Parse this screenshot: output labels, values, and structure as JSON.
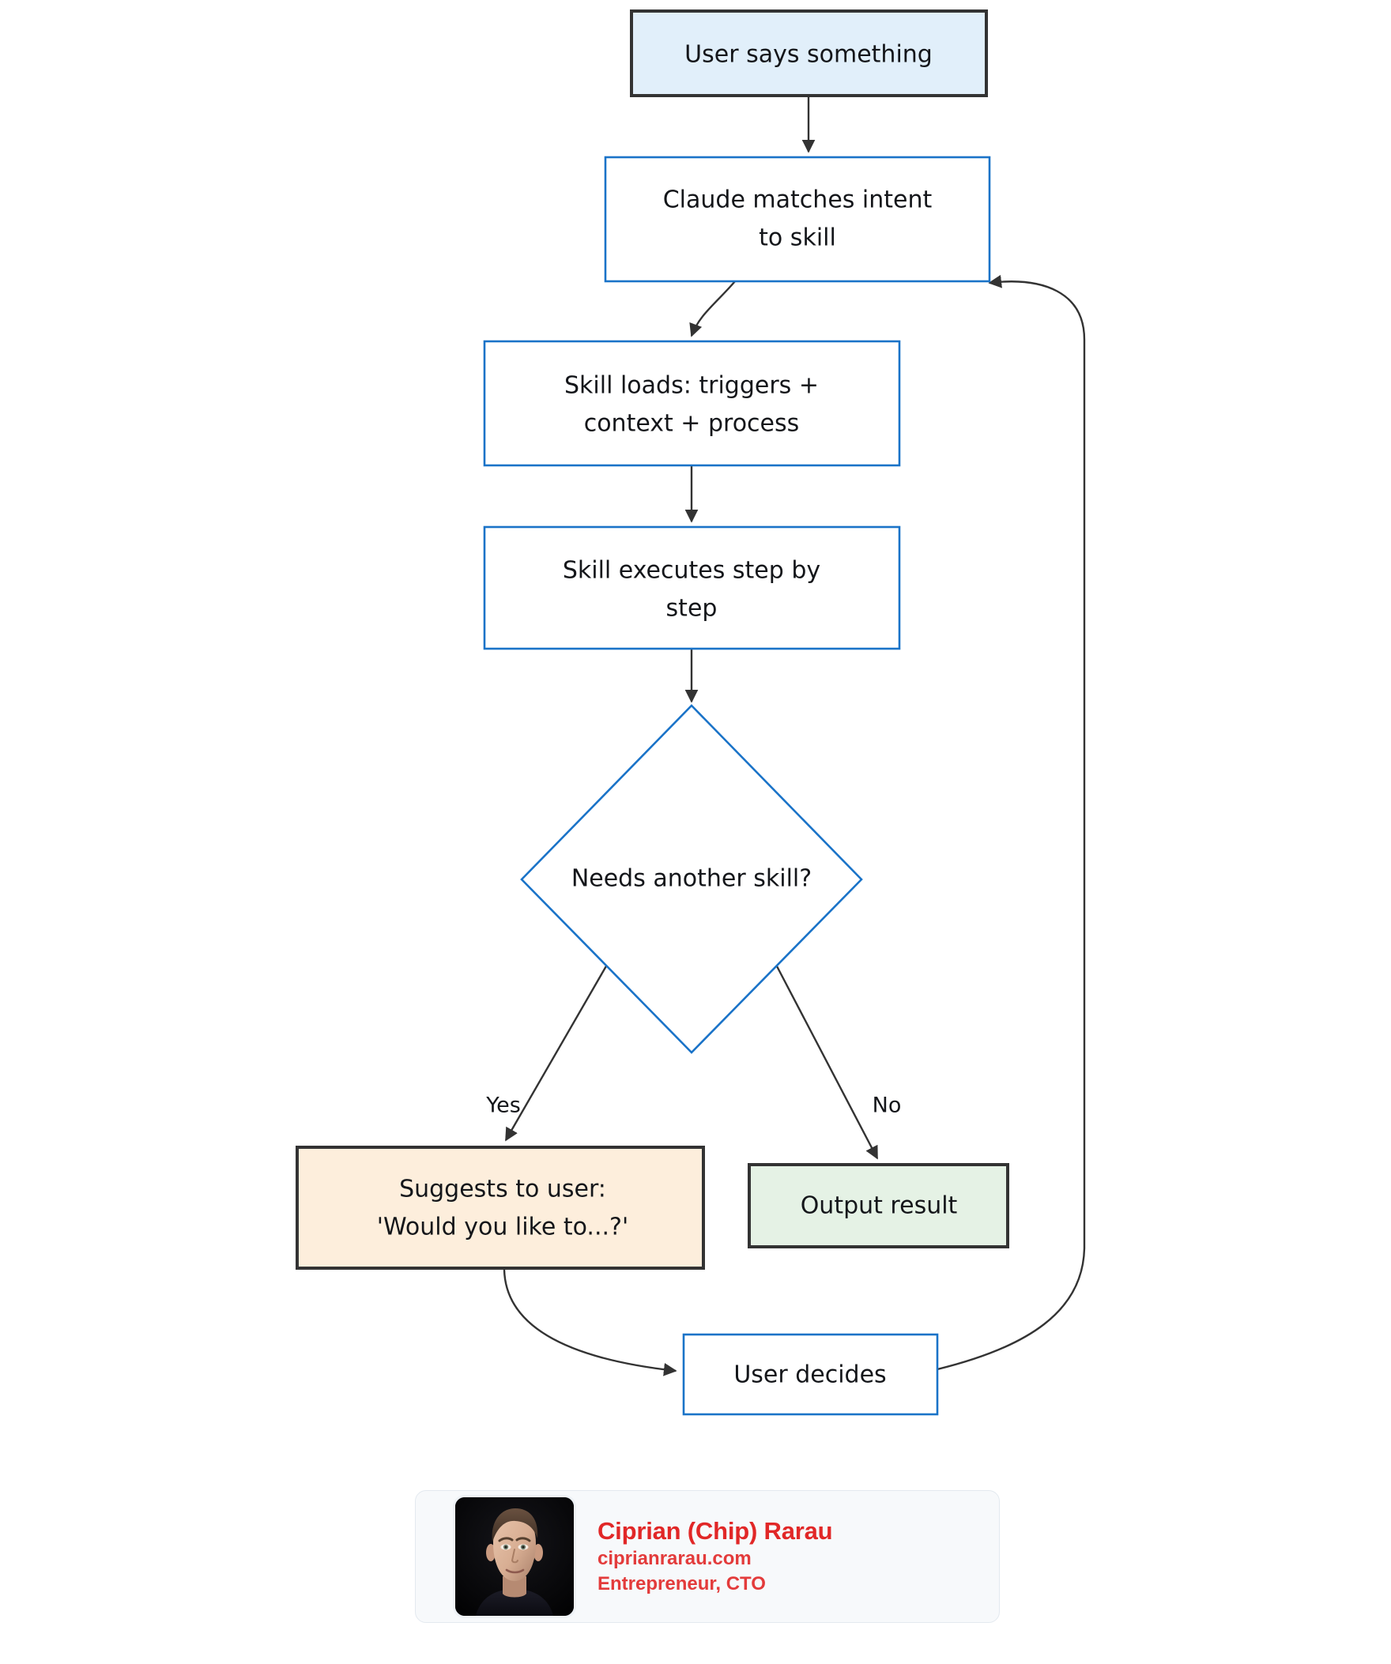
{
  "chart_data": {
    "type": "diagram",
    "diagram_kind": "flowchart",
    "title": "",
    "direction": "top-to-bottom",
    "nodes": [
      {
        "id": "start",
        "label": "User says something",
        "shape": "rect",
        "fill": "#e1effa",
        "stroke": "#333333"
      },
      {
        "id": "match",
        "label": "Claude matches intent\nto skill",
        "shape": "rect",
        "fill": "#ffffff",
        "stroke": "#1a73c8"
      },
      {
        "id": "load",
        "label": "Skill loads: triggers +\ncontext + process",
        "shape": "rect",
        "fill": "#ffffff",
        "stroke": "#1a73c8"
      },
      {
        "id": "execute",
        "label": "Skill executes step by\nstep",
        "shape": "rect",
        "fill": "#ffffff",
        "stroke": "#1a73c8"
      },
      {
        "id": "decision",
        "label": "Needs another skill?",
        "shape": "diamond",
        "fill": "#ffffff",
        "stroke": "#1a73c8"
      },
      {
        "id": "suggest",
        "label": "Suggests to user:\n'Would you like to...?'",
        "shape": "rect",
        "fill": "#fdeedc",
        "stroke": "#333333"
      },
      {
        "id": "output",
        "label": "Output result",
        "shape": "rect",
        "fill": "#e5f2e5",
        "stroke": "#333333"
      },
      {
        "id": "decides",
        "label": "User decides",
        "shape": "rect",
        "fill": "#ffffff",
        "stroke": "#1a73c8"
      }
    ],
    "edges": [
      {
        "from": "start",
        "to": "match",
        "label": ""
      },
      {
        "from": "match",
        "to": "load",
        "label": ""
      },
      {
        "from": "load",
        "to": "execute",
        "label": ""
      },
      {
        "from": "execute",
        "to": "decision",
        "label": ""
      },
      {
        "from": "decision",
        "to": "suggest",
        "label": "Yes"
      },
      {
        "from": "decision",
        "to": "output",
        "label": "No"
      },
      {
        "from": "suggest",
        "to": "decides",
        "label": ""
      },
      {
        "from": "decides",
        "to": "match",
        "label": ""
      }
    ]
  },
  "flow": {
    "node_start": "User says something",
    "node_match_line1": "Claude matches intent",
    "node_match_line2": "to skill",
    "node_load_line1": "Skill loads: triggers +",
    "node_load_line2": "context + process",
    "node_execute_line1": "Skill executes step by",
    "node_execute_line2": "step",
    "node_decision": "Needs another skill?",
    "node_suggest_line1": "Suggests to user:",
    "node_suggest_line2": "'Would you like to...?'",
    "node_output": "Output result",
    "node_decides": "User decides",
    "edge_yes": "Yes",
    "edge_no": "No"
  },
  "signature": {
    "name": "Ciprian (Chip) Rarau",
    "website": "ciprianrarau.com",
    "role": "Entrepreneur, CTO",
    "accent_color": "#e12727",
    "card_background": "#f7f9fb",
    "avatar_alt": "portrait-photo"
  },
  "colors": {
    "node_blue_fill": "#e1effa",
    "node_orange_fill": "#fdeedc",
    "node_green_fill": "#e5f2e5",
    "node_white_fill": "#ffffff",
    "border_blue": "#1a73c8",
    "border_dark": "#333333",
    "text_dark": "#14161a"
  }
}
